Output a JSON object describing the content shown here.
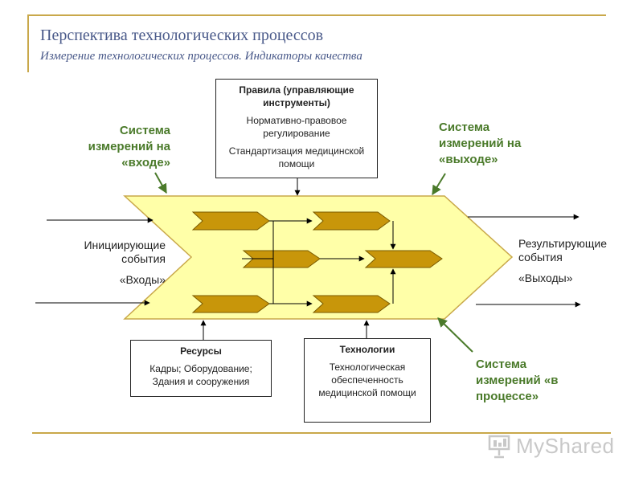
{
  "header": {
    "title": "Перспектива технологических процессов",
    "subtitle": "Измерение технологических процессов. Индикаторы качества"
  },
  "rules_box": {
    "heading": "Правила (управляющие инструменты)",
    "line1": "Нормативно-правовое регулирование",
    "line2": "Стандартизация медицинской помощи"
  },
  "resources_box": {
    "heading": "Ресурсы",
    "text": "Кадры; Оборудование; Здания и сооружения"
  },
  "tech_box": {
    "heading": "Технологии",
    "text": "Технологическая обеспеченность медицинской помощи"
  },
  "measure": {
    "input": "Система измерений на «входе»",
    "output": "Система измерений на «выходе»",
    "process": "Система измерений «в процессе»"
  },
  "left_label": {
    "line1": "Инициирующие события",
    "line2": "«Входы»"
  },
  "right_label": {
    "line1": "Результирующие события",
    "line2": "«Выходы»"
  },
  "logo": {
    "text": "MyShared"
  },
  "colors": {
    "accent_gold": "#c9a84a",
    "process_fill": "#ffffa8",
    "step_fill": "#c8960a",
    "measure_green": "#4a7a2a",
    "title_blue": "#4a5a8a"
  }
}
